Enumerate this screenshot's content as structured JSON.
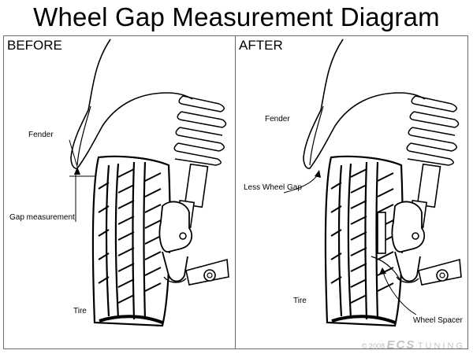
{
  "title": "Wheel Gap Measurement Diagram",
  "before": {
    "heading": "BEFORE",
    "labels": {
      "fender": "Fender",
      "gap": "Gap measurement",
      "tire": "Tire"
    }
  },
  "after": {
    "heading": "AFTER",
    "labels": {
      "fender": "Fender",
      "gap": "Less Wheel Gap",
      "tire": "Tire",
      "spacer": "Wheel Spacer"
    }
  },
  "watermark": {
    "copyright": "© 2008",
    "brand": "ECS",
    "suffix": "TUNING"
  },
  "colors": {
    "line": "#000000",
    "frame": "#6a6a6a",
    "watermark": "#c4c4c4"
  }
}
